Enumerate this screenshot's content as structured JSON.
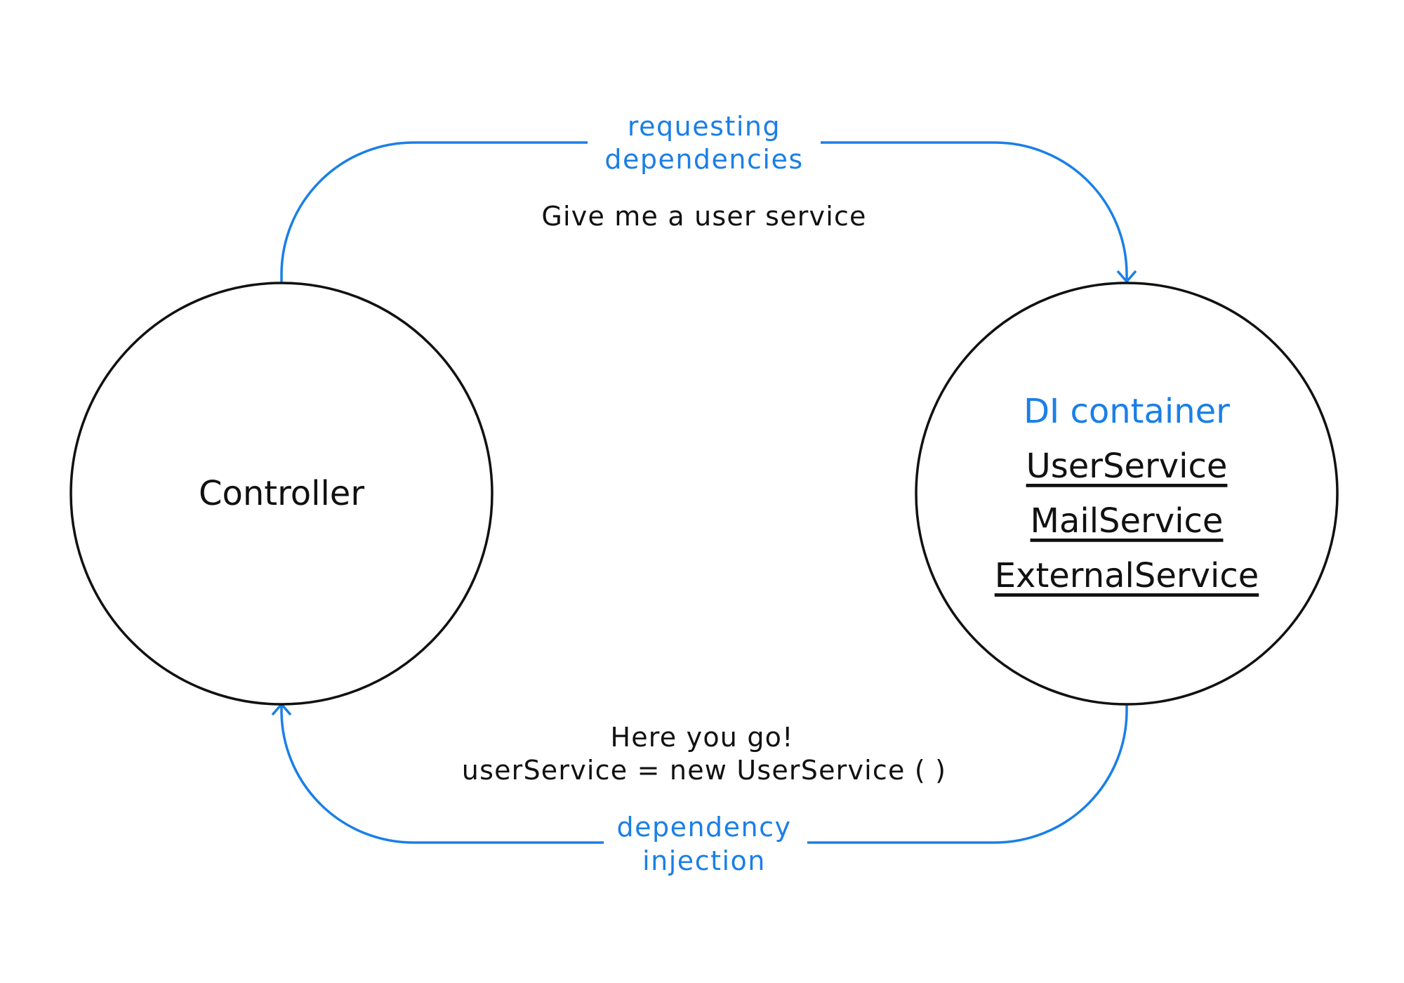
{
  "colors": {
    "accent": "#1a7fe6",
    "ink": "#111111",
    "background": "#ffffff"
  },
  "controller": {
    "label": "Controller"
  },
  "container": {
    "title": "DI container",
    "services": [
      "UserService",
      "MailService",
      "ExternalService"
    ]
  },
  "request": {
    "edge_label_line1": "requesting",
    "edge_label_line2": "dependencies",
    "message": "Give me a user service"
  },
  "injection": {
    "edge_label_line1": "dependency",
    "edge_label_line2": "injection",
    "message_line1": "Here you go!",
    "message_line2": "userService = new UserService ( )"
  }
}
